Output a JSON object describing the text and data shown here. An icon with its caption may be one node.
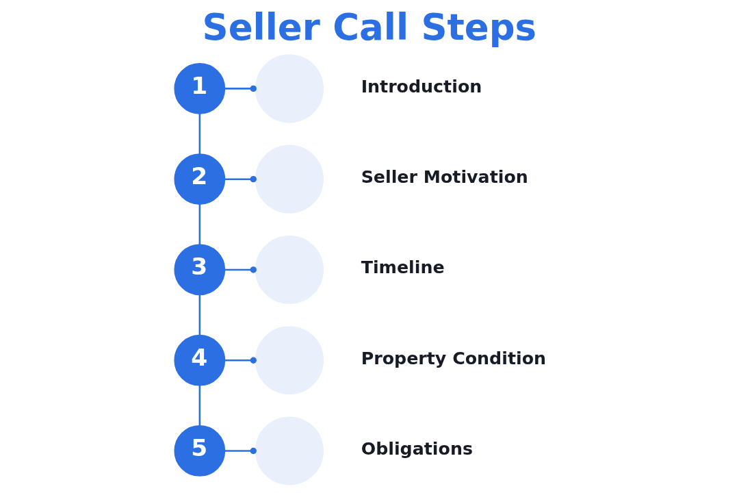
{
  "diagram": {
    "title": "Seller Call Steps",
    "nodes": [
      {
        "text": [
          "1"
        ]
      },
      {
        "text": [],
        "shape": "circle",
        "beside": [
          "Introduction"
        ]
      },
      {
        "text": [
          "2"
        ]
      },
      {
        "text": [],
        "shape": "circle",
        "beside": [
          "Seller Motivation"
        ]
      },
      {
        "text": [
          "3"
        ]
      },
      {
        "text": [],
        "shape": "circle",
        "beside": [
          "Timeline"
        ]
      },
      {
        "text": [
          "4"
        ]
      },
      {
        "text": [],
        "shape": "circle",
        "beside": [
          "Property Condition"
        ]
      },
      {
        "text": [
          "5"
        ]
      },
      {
        "text": [],
        "shape": "circle",
        "beside": [
          "Obligations"
        ]
      }
    ],
    "edges": [
      {
        "from": 0,
        "to": 1,
        "arrow": "other"
      },
      {
        "from": 0,
        "to": 2,
        "arrow": "none"
      },
      {
        "from": 2,
        "to": 3,
        "arrow": "other"
      },
      {
        "from": 2,
        "to": 4,
        "arrow": "none"
      },
      {
        "from": 4,
        "to": 5,
        "arrow": "other"
      },
      {
        "from": 4,
        "to": 6,
        "arrow": "none"
      },
      {
        "from": 6,
        "to": 7,
        "arrow": "other"
      },
      {
        "from": 6,
        "to": 8,
        "arrow": "none"
      },
      {
        "from": 8,
        "to": 9,
        "arrow": "other"
      }
    ]
  }
}
